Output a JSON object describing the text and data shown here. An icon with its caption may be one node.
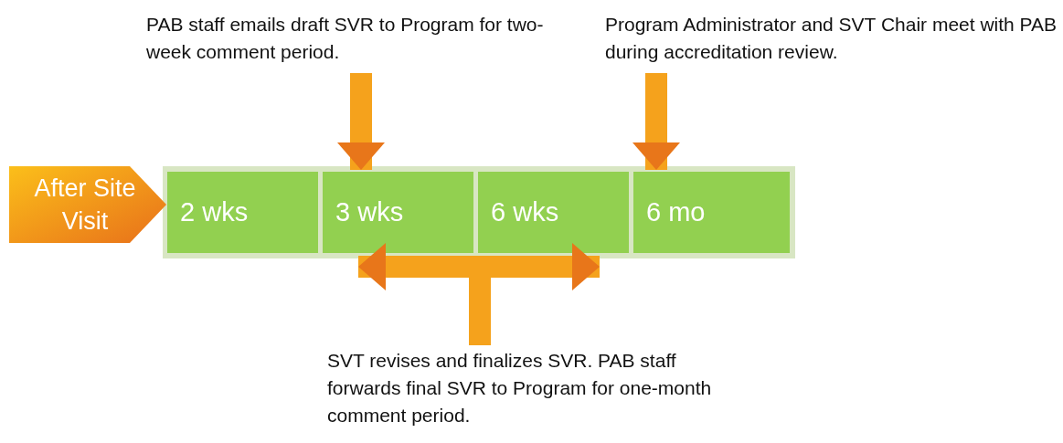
{
  "diagram": {
    "nodes": [
      {
        "text": [
          "After Site Visit"
        ]
      },
      {
        "text": [
          "2 wks"
        ]
      },
      {
        "text": [
          "3 wks"
        ]
      },
      {
        "text": [
          "6 wks"
        ]
      },
      {
        "text": [
          "6 mo"
        ]
      },
      {
        "text": [
          "PAB staff emails draft SVR to Program for two-week comment period."
        ]
      },
      {
        "text": [
          "Program Administrator and SVT Chair meet with PAB during accreditation review."
        ]
      },
      {
        "text": [
          "SVT revises and finalizes SVR. PAB staff forwards final SVR to Program for one-month comment period."
        ]
      }
    ],
    "edges": [
      {
        "from": 5,
        "to": 2,
        "arrow": "to"
      },
      {
        "from": 6,
        "to": 4,
        "arrow": "to"
      },
      {
        "from": 7,
        "to": 2,
        "arrow": "to"
      },
      {
        "from": 7,
        "to": 3,
        "arrow": "to"
      }
    ]
  }
}
